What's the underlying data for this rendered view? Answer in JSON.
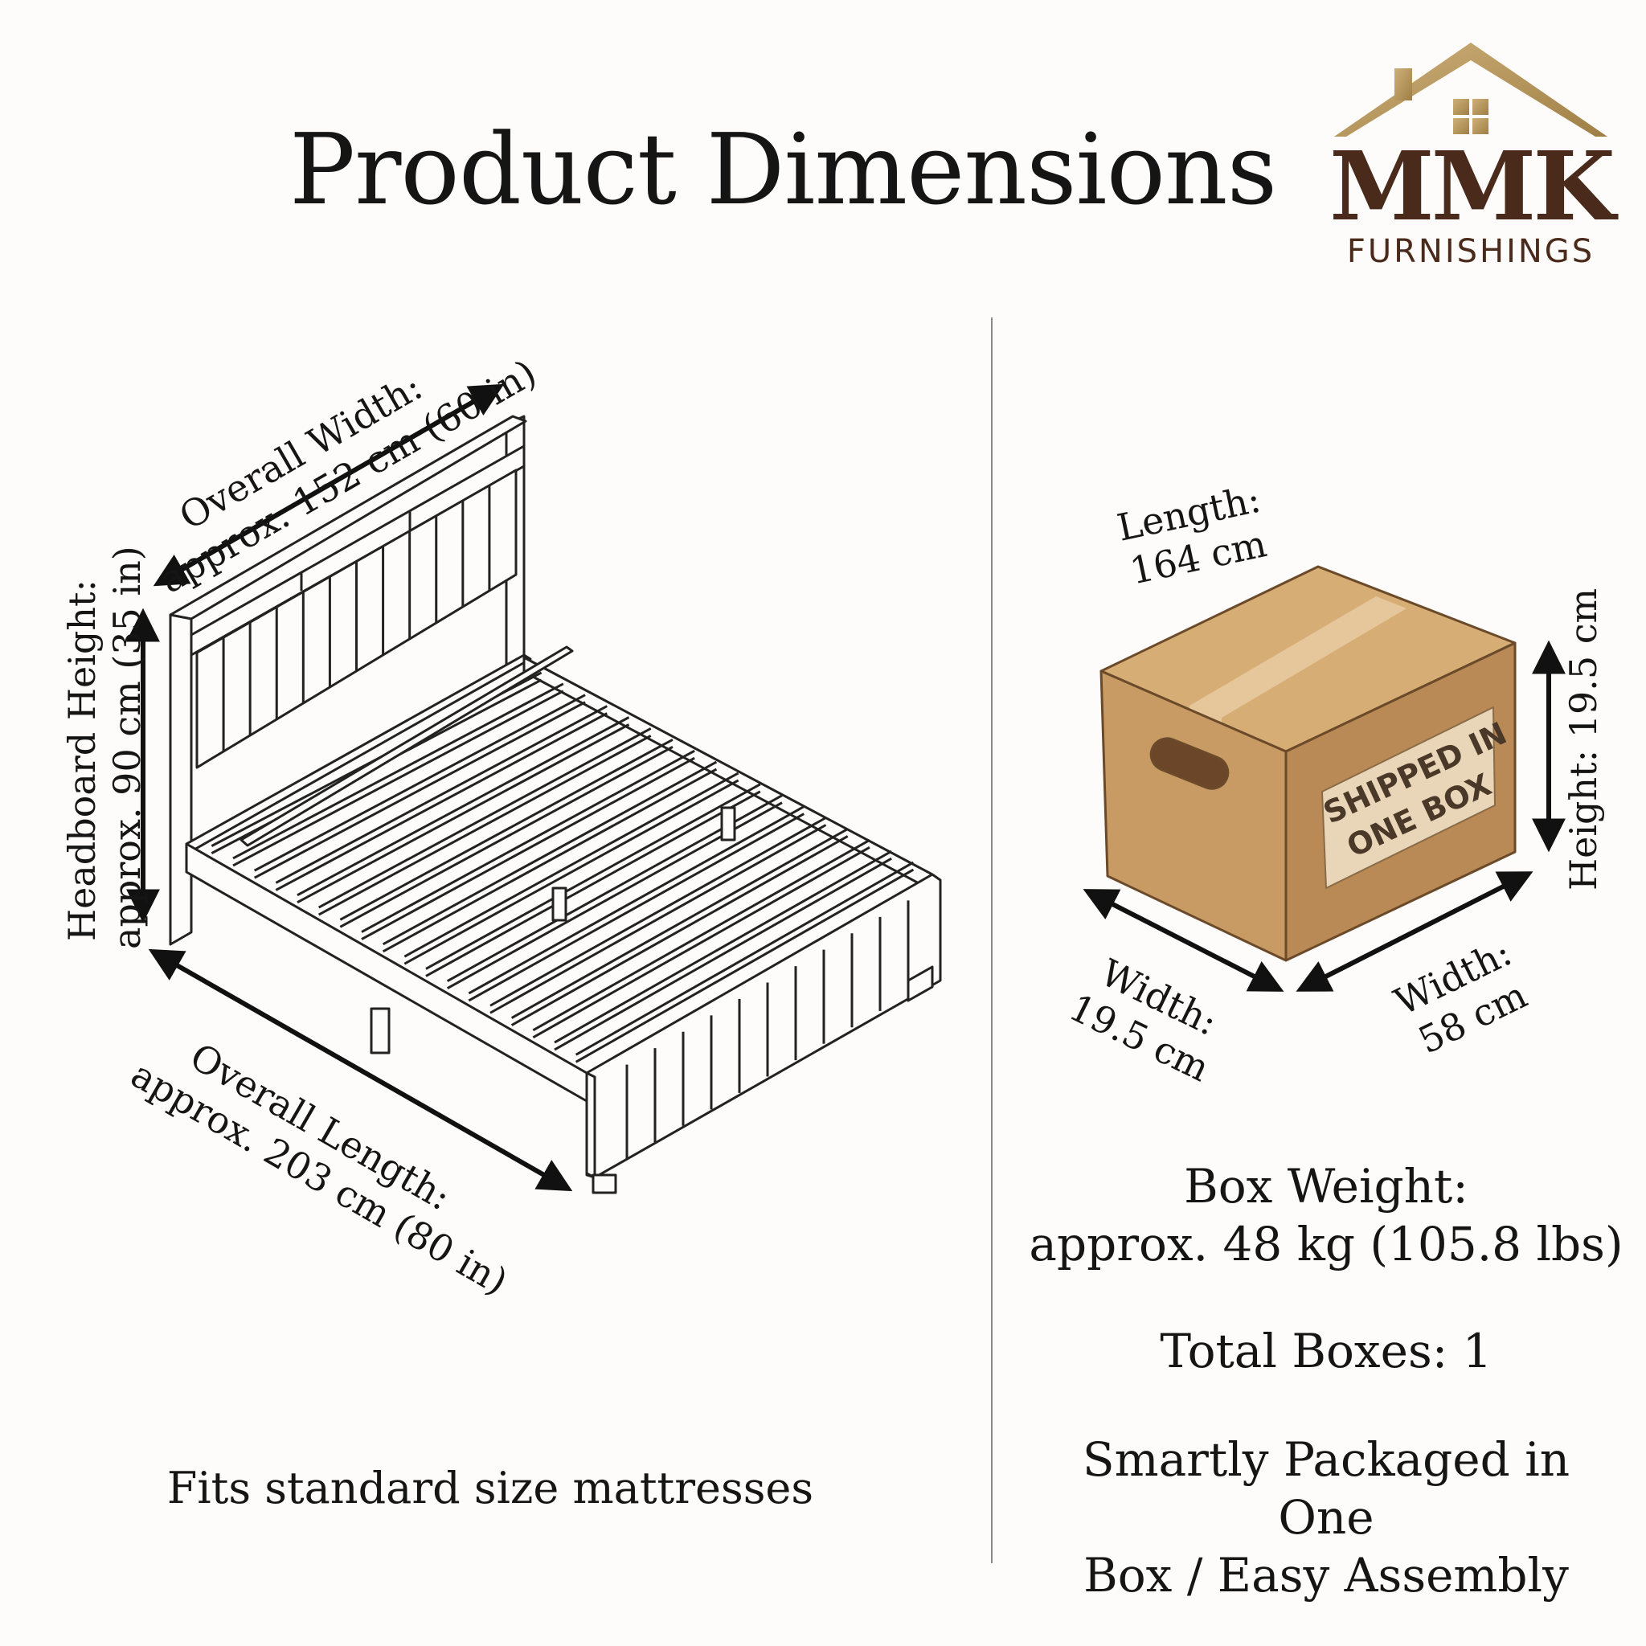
{
  "page": {
    "title": "Product Dimensions"
  },
  "brand": {
    "name": "MMK",
    "subtitle": "FURNISHINGS",
    "gold": "#b89a5e",
    "brown": "#4a2b1b"
  },
  "bed": {
    "width_label": "Overall Width:",
    "width_value": "approx. 152 cm (60 in)",
    "headboard_label": "Headboard Height:",
    "headboard_value": "approx. 90 cm (35 in)",
    "length_label": "Overall Length:",
    "length_value": "approx. 203 cm (80 in)",
    "note": "Fits standard size mattresses"
  },
  "box": {
    "length_label": "Length:",
    "length_value": "164 cm",
    "height_label": "Height: 19.5 cm",
    "width_left_label": "Width:",
    "width_left_value": "19.5 cm",
    "width_right_label": "Width:",
    "width_right_value": "58 cm",
    "sticker_line1": "SHIPPED IN",
    "sticker_line2": "ONE BOX",
    "color": "#c89a64"
  },
  "shipping": {
    "weight_label": "Box Weight:",
    "weight_value": "approx. 48 kg (105.8 lbs)",
    "total_boxes": "Total Boxes: 1",
    "packaging_line1": "Smartly Packaged in One",
    "packaging_line2": "Box / Easy Assembly"
  }
}
